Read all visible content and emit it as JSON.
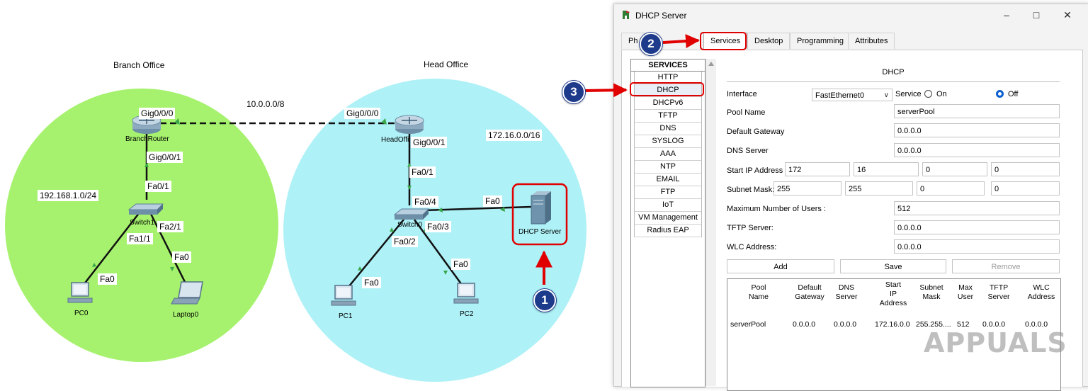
{
  "topology": {
    "zones": [
      {
        "name": "Branch Office",
        "color": "#a6f26e"
      },
      {
        "name": "Head Office",
        "color": "#aef1f7"
      }
    ],
    "networks": {
      "wan": "10.0.0.0/8",
      "branch_lan": "192.168.1.0/24",
      "head_lan": "172.16.0.0/16"
    },
    "devices": {
      "branch_router": "BranchRouter",
      "head_router": "HeadOffi",
      "switch1": "Switch1",
      "switch0": "Switch0",
      "pc0": "PC0",
      "laptop0": "Laptop0",
      "pc1": "PC1",
      "pc2": "PC2",
      "dhcp_server": "DHCP Server"
    },
    "ports": {
      "br_gig000": "Gig0/0/0",
      "br_gig001": "Gig0/0/1",
      "sw1_fa01": "Fa0/1",
      "sw1_fa21": "Fa2/1",
      "sw1_fa11": "Fa1/1",
      "pc0_fa0": "Fa0",
      "laptop_fa0": "Fa0",
      "ho_gig000": "Gig0/0/0",
      "ho_gig001": "Gig0/0/1",
      "sw0_fa01": "Fa0/1",
      "sw0_fa04": "Fa0/4",
      "sw0_fa03": "Fa0/3",
      "sw0_fa02": "Fa0/2",
      "server_fa0": "Fa0",
      "pc1_fa0": "Fa0",
      "pc2_fa0": "Fa0"
    }
  },
  "window": {
    "title": "DHCP Server",
    "controls": {
      "minimize": "–",
      "maximize": "□",
      "close": "✕"
    },
    "tabs": [
      {
        "label": "Ph",
        "active": false
      },
      {
        "label": "Services",
        "active": true
      },
      {
        "label": "Desktop",
        "active": false
      },
      {
        "label": "Programming",
        "active": false
      },
      {
        "label": "Attributes",
        "active": false
      }
    ],
    "services": {
      "header": "SERVICES",
      "items": [
        "HTTP",
        "DHCP",
        "DHCPv6",
        "TFTP",
        "DNS",
        "SYSLOG",
        "AAA",
        "NTP",
        "EMAIL",
        "FTP",
        "IoT",
        "VM Management",
        "Radius EAP"
      ],
      "selected": "DHCP"
    },
    "dhcp": {
      "title": "DHCP",
      "interface_label": "Interface",
      "interface_value": "FastEthernet0",
      "service_label": "Service",
      "on_label": "On",
      "off_label": "Off",
      "pool_name_label": "Pool Name",
      "pool_name": "serverPool",
      "default_gateway_label": "Default Gateway",
      "default_gateway": "0.0.0.0",
      "dns_server_label": "DNS Server",
      "dns_server": "0.0.0.0",
      "start_ip_label": "Start IP Address :",
      "start_ip": [
        "172",
        "16",
        "0",
        "0"
      ],
      "subnet_mask_label": "Subnet Mask:",
      "subnet_mask": [
        "255",
        "255",
        "0",
        "0"
      ],
      "max_users_label": "Maximum Number of Users :",
      "max_users": "512",
      "tftp_label": "TFTP Server:",
      "tftp": "0.0.0.0",
      "wlc_label": "WLC Address:",
      "wlc": "0.0.0.0",
      "buttons": {
        "add": "Add",
        "save": "Save",
        "remove": "Remove"
      },
      "table": {
        "headers": [
          [
            "Pool",
            "Name"
          ],
          [
            "Default",
            "Gateway"
          ],
          [
            "DNS",
            "Server"
          ],
          [
            "Start",
            "IP",
            "Address"
          ],
          [
            "Subnet",
            "Mask"
          ],
          [
            "Max",
            "User"
          ],
          [
            "TFTP",
            "Server"
          ],
          [
            "WLC",
            "Address"
          ]
        ],
        "rows": [
          [
            "serverPool",
            "0.0.0.0",
            "0.0.0.0",
            "172.16.0.0",
            "255.255....",
            "512",
            "0.0.0.0",
            "0.0.0.0"
          ]
        ]
      }
    }
  },
  "annotations": {
    "step1": "1",
    "step2": "2",
    "step3": "3",
    "color": "#e00000",
    "badge_color": "#1e3a8a"
  },
  "watermark": "APPUALS"
}
